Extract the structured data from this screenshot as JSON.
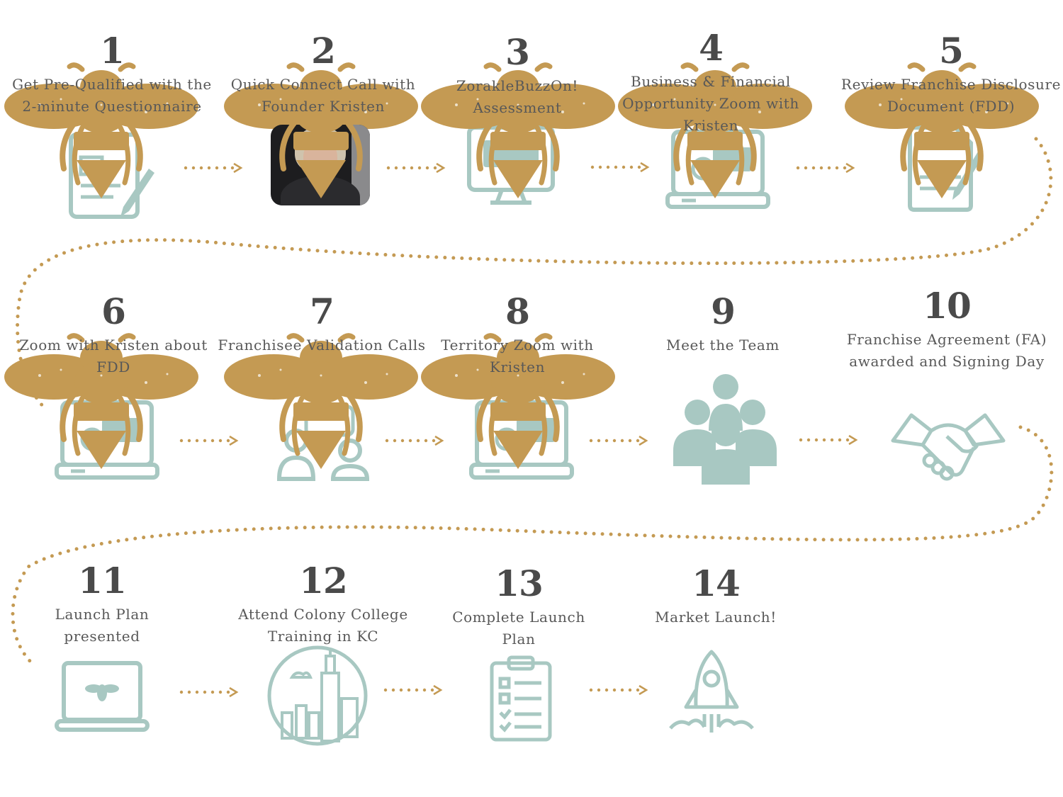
{
  "colors": {
    "gold": "#c49a53",
    "teal": "#a8c8c2",
    "text": "#585858",
    "number": "#4a4a4a"
  },
  "steps": [
    {
      "num": "1",
      "label": "Get Pre-Qualified with the 2-minute Questionnaire",
      "icon": "clipboard-pen-icon"
    },
    {
      "num": "2",
      "label": "Quick Connect Call with Founder Kristen",
      "icon": "founder-photo"
    },
    {
      "num": "3",
      "label": "ZorakleBuzzOn! Assessment",
      "icon": "monitor-icon"
    },
    {
      "num": "4",
      "label": "Business & Financial Opportunity Zoom with Kristen",
      "icon": "laptop-video-call-icon"
    },
    {
      "num": "5",
      "label": "Review Franchise Disclosure Document (FDD)",
      "icon": "document-pen-icon"
    },
    {
      "num": "6",
      "label": "Zoom with Kristen about FDD",
      "icon": "laptop-video-call-icon"
    },
    {
      "num": "7",
      "label": "Franchisee Validation Calls",
      "icon": "people-chat-icon"
    },
    {
      "num": "8",
      "label": "Territory Zoom with Kristen",
      "icon": "laptop-video-call-icon"
    },
    {
      "num": "9",
      "label": "Meet the Team",
      "icon": "team-icon"
    },
    {
      "num": "10",
      "label": "Franchise Agreement (FA) awarded and Signing Day",
      "icon": "handshake-icon"
    },
    {
      "num": "11",
      "label": "Launch Plan presented",
      "icon": "laptop-bee-icon"
    },
    {
      "num": "12",
      "label": "Attend Colony College Training in KC",
      "icon": "city-circle-icon"
    },
    {
      "num": "13",
      "label": "Complete Launch Plan",
      "icon": "checklist-icon"
    },
    {
      "num": "14",
      "label": "Market Launch!",
      "icon": "rocket-icon"
    }
  ]
}
